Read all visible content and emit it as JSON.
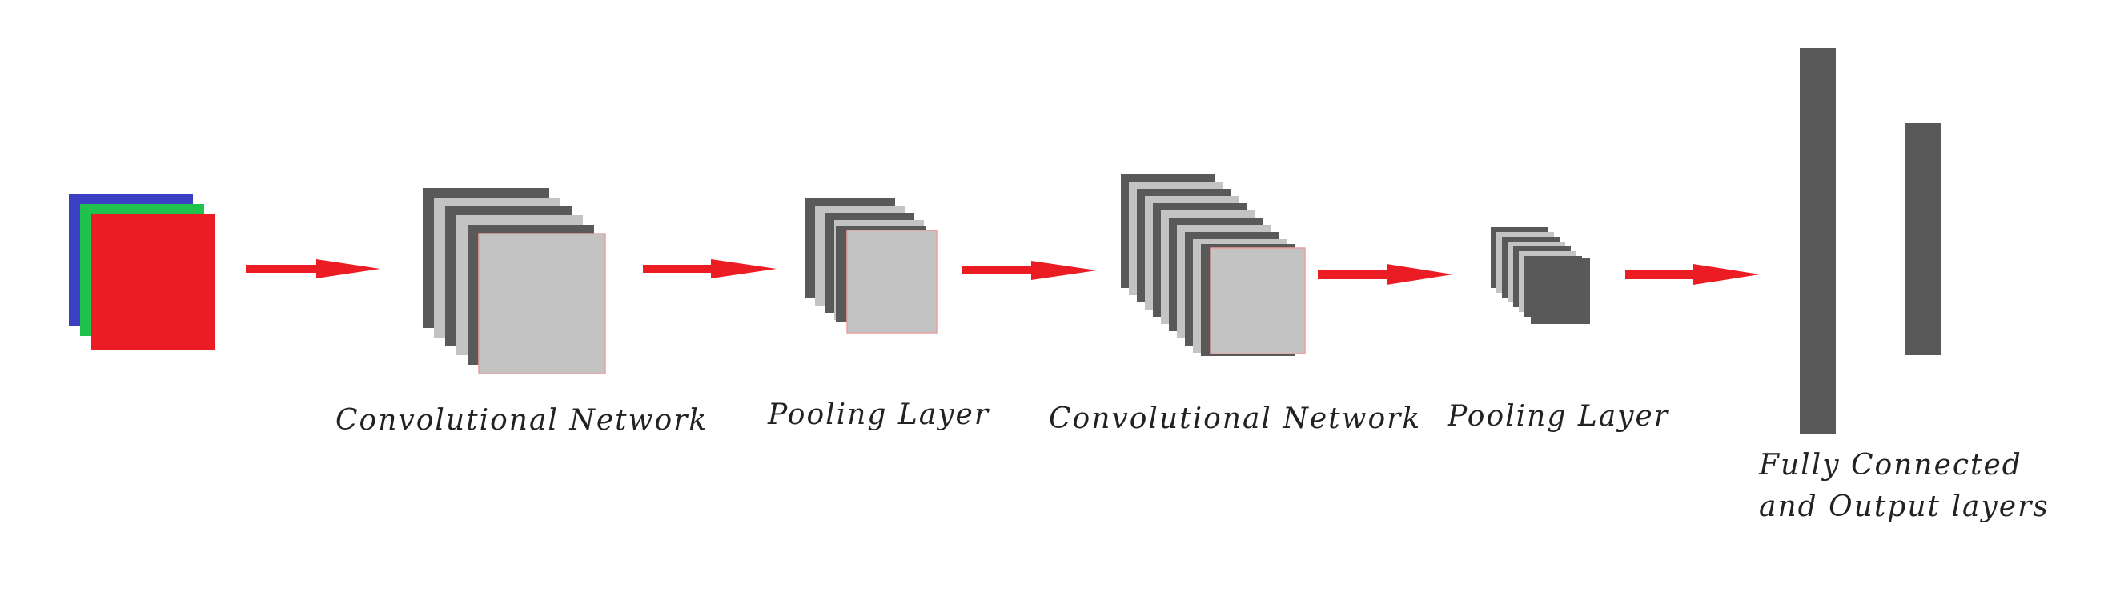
{
  "labels": {
    "conv1": "Convolutional Network",
    "pool1": "Pooling Layer",
    "conv2": "Convolutional Network",
    "pool2": "Pooling Layer",
    "fc_line1": "Fully Connected",
    "fc_line2": "and Output layers"
  },
  "colors": {
    "input_blue": "#3a3fc4",
    "input_green": "#1fc24a",
    "input_red": "#ec1c24",
    "layer_dark": "#595959",
    "layer_light": "#c3c3c3",
    "arrow": "#ec1c24"
  }
}
